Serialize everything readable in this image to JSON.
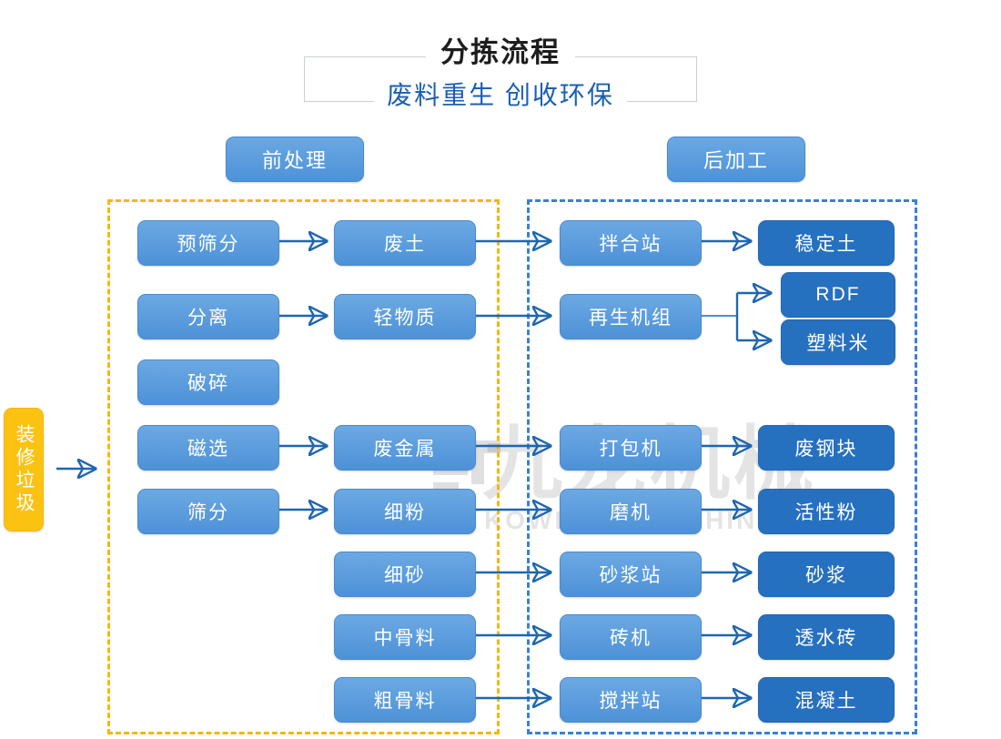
{
  "header": {
    "title": "分拣流程",
    "subtitle": "废料重生 创收环保",
    "title_color": "#1d1d1d",
    "subtitle_color": "#1a5fb4"
  },
  "watermark": {
    "cn": "九龙机械",
    "en": "KOWLOONMACHINERY"
  },
  "zones": {
    "pre_label": "前处理",
    "post_label": "后加工",
    "pre_border_color": "#f5b712",
    "post_border_color": "#3a7fd5"
  },
  "input": {
    "label": "装修垃圾",
    "color": "#fcc212"
  },
  "colors": {
    "node_light": "#5d9cdd",
    "node_dark": "#2670c0",
    "arrow": "#1f66b0"
  },
  "flow": {
    "pre_process": [
      {
        "label": "预筛分"
      },
      {
        "label": "分离"
      },
      {
        "label": "破碎"
      },
      {
        "label": "磁选"
      },
      {
        "label": "筛分"
      }
    ],
    "materials": [
      {
        "label": "废土"
      },
      {
        "label": "轻物质"
      },
      {
        "label": "废金属"
      },
      {
        "label": "细粉"
      },
      {
        "label": "细砂"
      },
      {
        "label": "中骨料"
      },
      {
        "label": "粗骨料"
      }
    ],
    "machines": [
      {
        "label": "拌合站"
      },
      {
        "label": "再生机组"
      },
      {
        "label": "打包机"
      },
      {
        "label": "磨机"
      },
      {
        "label": "砂浆站"
      },
      {
        "label": "砖机"
      },
      {
        "label": "搅拌站"
      }
    ],
    "products": [
      {
        "label": "稳定土"
      },
      {
        "label": "RDF"
      },
      {
        "label": "塑料米"
      },
      {
        "label": "废钢块"
      },
      {
        "label": "活性粉"
      },
      {
        "label": "砂浆"
      },
      {
        "label": "透水砖"
      },
      {
        "label": "混凝土"
      }
    ]
  }
}
